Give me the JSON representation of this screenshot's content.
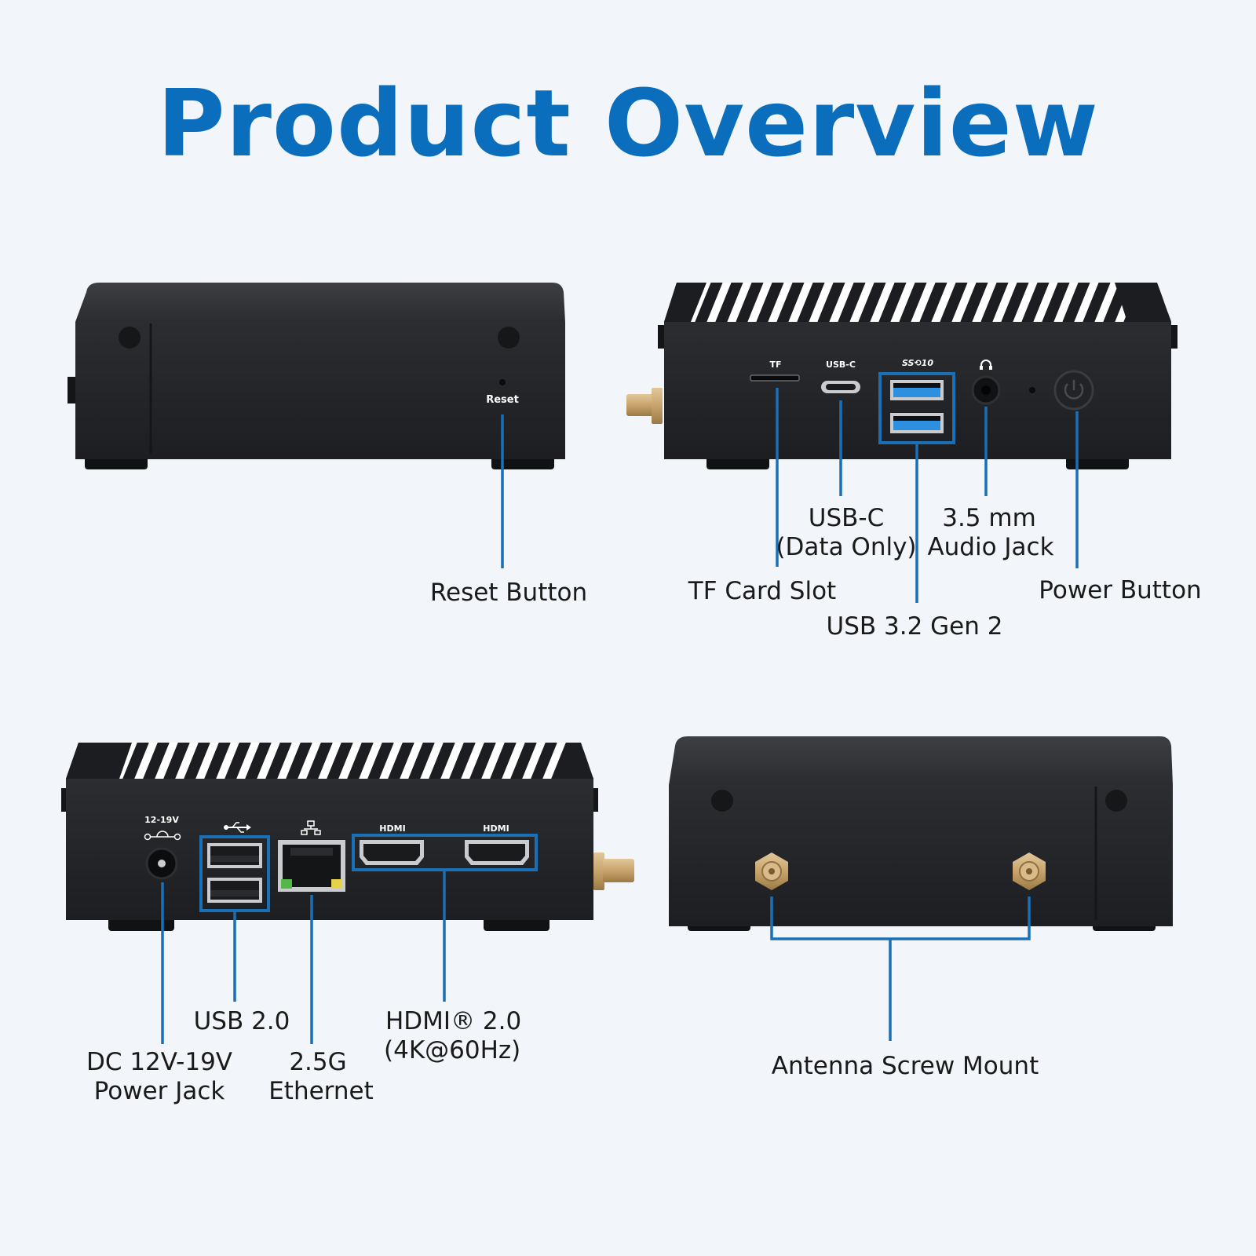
{
  "title": "Product Overview",
  "accent_color": "#0a6ebd",
  "views": {
    "side_left": {
      "port_labels": {
        "reset": "Reset"
      },
      "callouts": {
        "reset": "Reset Button"
      }
    },
    "front": {
      "port_labels": {
        "tf": "TF",
        "usbc": "USB-C",
        "usb3": "SS⟲10",
        "audio": "headphone-icon"
      },
      "callouts": {
        "usbc_line1": "USB-C",
        "usbc_line2": "(Data Only)",
        "audio_line1": "3.5 mm",
        "audio_line2": "Audio Jack",
        "tf": "TF Card Slot",
        "power": "Power Button",
        "usb32": "USB 3.2 Gen 2"
      }
    },
    "rear": {
      "port_labels": {
        "dc": "12-19V",
        "hdmi1": "HDMI",
        "hdmi2": "HDMI"
      },
      "callouts": {
        "usb2": "USB 2.0",
        "dc_line1": "DC 12V-19V",
        "dc_line2": "Power Jack",
        "eth_line1": "2.5G",
        "eth_line2": "Ethernet",
        "hdmi_line1": "HDMI® 2.0",
        "hdmi_line2": "(4K@60Hz)"
      }
    },
    "side_right": {
      "callouts": {
        "antenna": "Antenna Screw Mount"
      }
    }
  }
}
